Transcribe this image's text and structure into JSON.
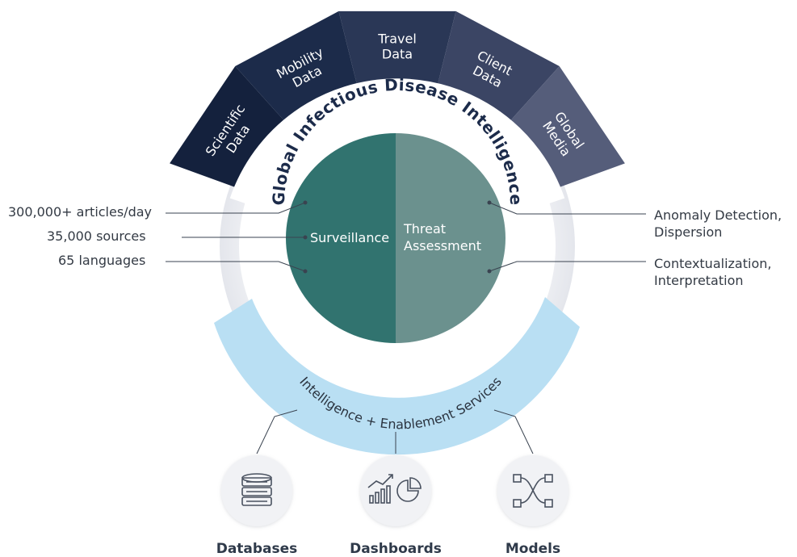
{
  "ring_title": "Global Infectious Disease Intelligence",
  "segments": [
    {
      "label_lines": [
        "Scientific",
        "Data"
      ],
      "color": "#14213d"
    },
    {
      "label_lines": [
        "Mobility",
        "Data"
      ],
      "color": "#1c2b4a"
    },
    {
      "label_lines": [
        "Travel",
        "Data"
      ],
      "color": "#2a3756"
    },
    {
      "label_lines": [
        "Client",
        "Data"
      ],
      "color": "#3b4564"
    },
    {
      "label_lines": [
        "Global",
        "Media"
      ],
      "color": "#555d7a"
    }
  ],
  "center": {
    "left_label": "Surveillance",
    "right_label_lines": [
      "Threat",
      "Assessment"
    ],
    "left_color": "#31736f",
    "right_color": "#6b918e"
  },
  "left_stats": [
    "300,000+ articles/day",
    "35,000 sources",
    "65 languages"
  ],
  "right_stats": [
    {
      "lines": [
        "Anomaly Detection,",
        "Dispersion"
      ]
    },
    {
      "lines": [
        "Contextualization,",
        "Interpretation"
      ]
    }
  ],
  "services_label": "Intelligence + Enablement Services",
  "services_color": "#b9dff3",
  "outputs": [
    {
      "label": "Databases",
      "icon": "database-icon"
    },
    {
      "label": "Dashboards",
      "icon": "dashboard-chart-icon"
    },
    {
      "label": "Models",
      "icon": "model-network-icon"
    }
  ]
}
